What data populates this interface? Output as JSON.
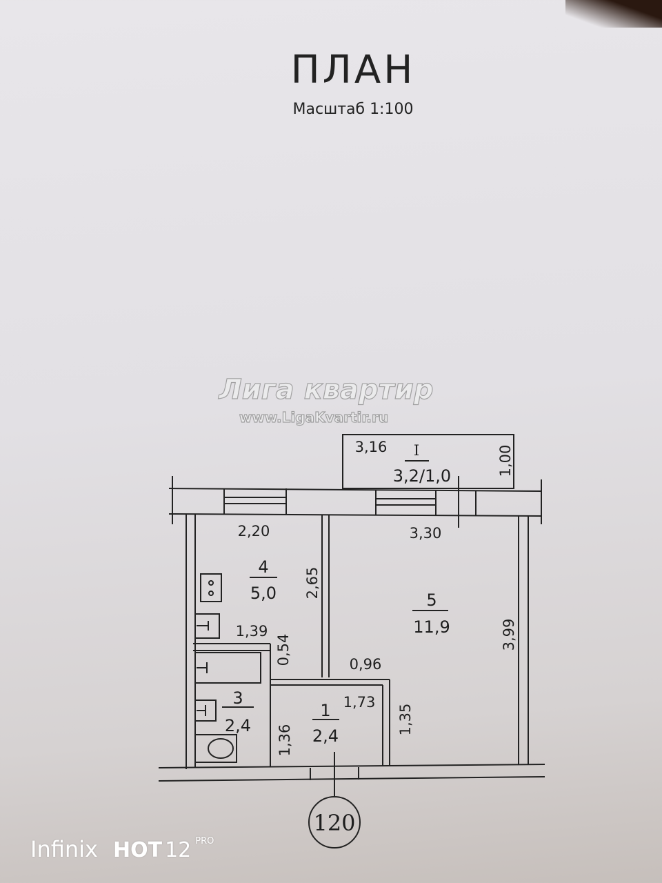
{
  "header": {
    "title": "ПЛАН",
    "scale": "Масштаб 1:100"
  },
  "watermark": {
    "brand": "Лига квартир",
    "url": "www.LigaKvartir.ru"
  },
  "balcony": {
    "id": "I",
    "area": "3,2/1,0",
    "length": "3,16",
    "width": "1,00"
  },
  "rooms": [
    {
      "number": "4",
      "area": "5,0"
    },
    {
      "number": "5",
      "area": "11,9"
    },
    {
      "number": "3",
      "area": "2,4"
    },
    {
      "number": "1",
      "area": "2,4"
    }
  ],
  "dimensions": {
    "kitchen_width": "2,20",
    "room_width": "3,30",
    "kitchen_length": "2,65",
    "room_length": "3,99",
    "bath_width": "1,39",
    "bath_gap": "0,54",
    "corridor_gap": "0,96",
    "corridor_width": "1,73",
    "corridor_length": "1,35",
    "bath_length": "1,36"
  },
  "apartment_number": "120",
  "camera": {
    "brand": "Infinix",
    "model": "HOT",
    "number": "12",
    "suffix": "PRO"
  }
}
